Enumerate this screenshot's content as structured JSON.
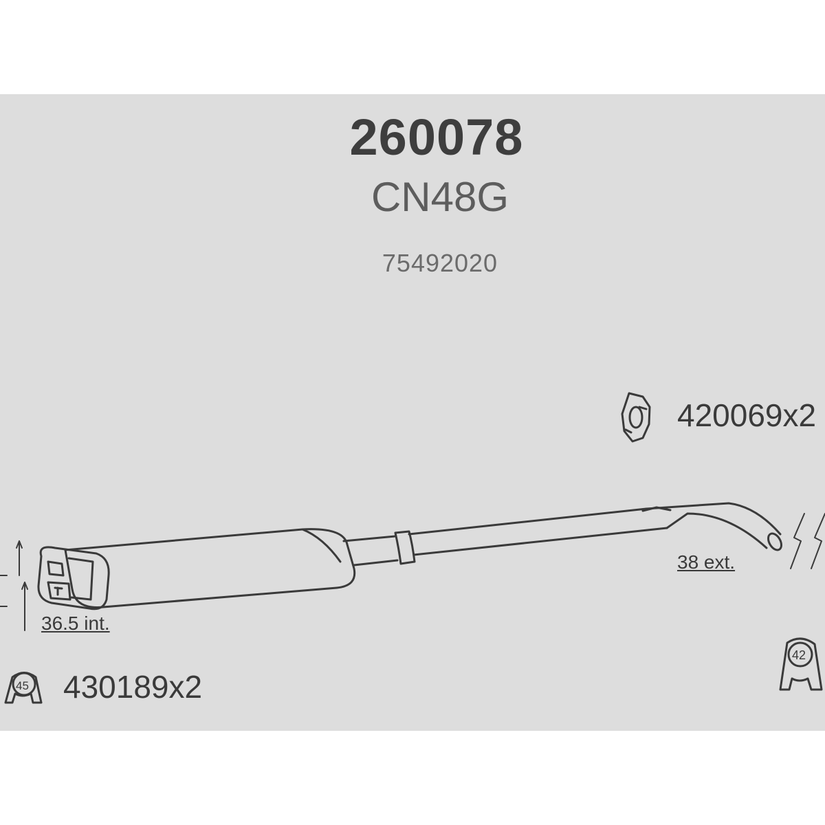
{
  "part": {
    "number": "260078",
    "model_code": "CN48G",
    "oem_number": "75492020"
  },
  "references": {
    "gasket": "420069x2",
    "clamp": "430189x2"
  },
  "dimensions": {
    "inlet": "36.5 int.",
    "outlet": "38 ext."
  },
  "icons": {
    "clamp_size_left": "45",
    "clamp_size_right": "42",
    "gasket": "gasket-icon",
    "clamp": "clamp-icon",
    "inlet_flange": "flange-icon"
  },
  "colors": {
    "paper": "#dddddd",
    "ink": "#3e3e3e"
  }
}
